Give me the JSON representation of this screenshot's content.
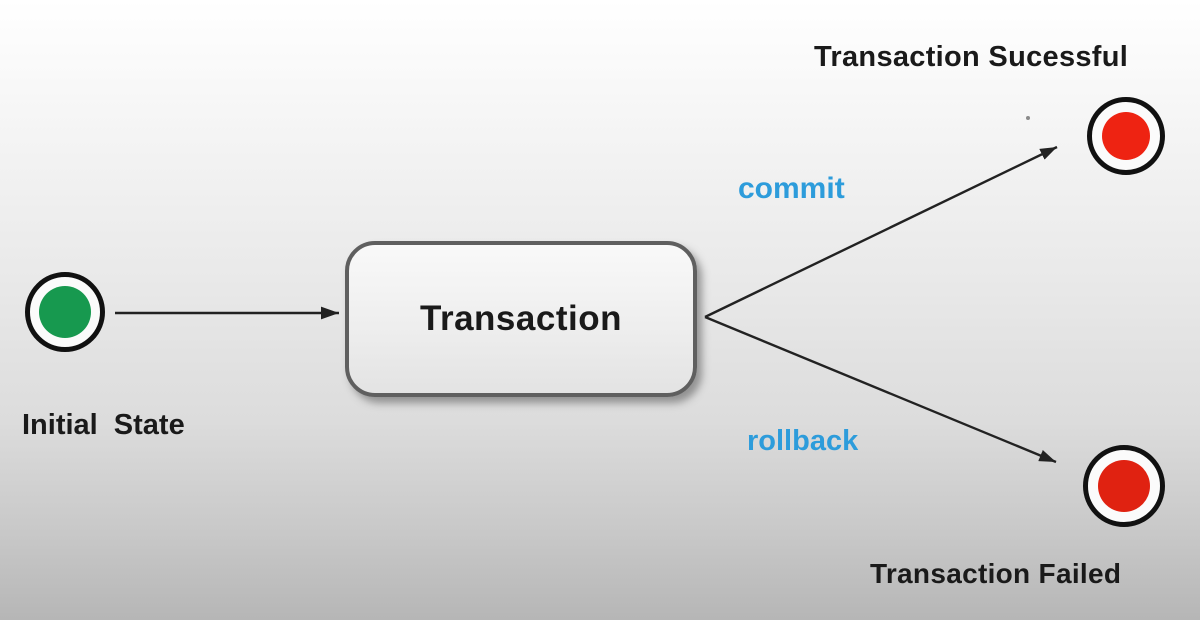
{
  "diagram": {
    "nodes": {
      "initial": {
        "label": "Initial State",
        "dot_color": "#17994f"
      },
      "transaction": {
        "label": "Transaction"
      },
      "successful": {
        "label": "Transaction Sucessful",
        "dot_color": "#ee2312"
      },
      "failed": {
        "label": "Transaction Failed",
        "dot_color": "#e02211"
      }
    },
    "edges": {
      "commit": {
        "label": "commit",
        "color": "#2d9cdb"
      },
      "rollback": {
        "label": "rollback",
        "color": "#2d9cdb"
      },
      "arrow_color": "#222222"
    },
    "background": {
      "top": "#ffffff",
      "bottom": "#b6b6b6"
    }
  }
}
